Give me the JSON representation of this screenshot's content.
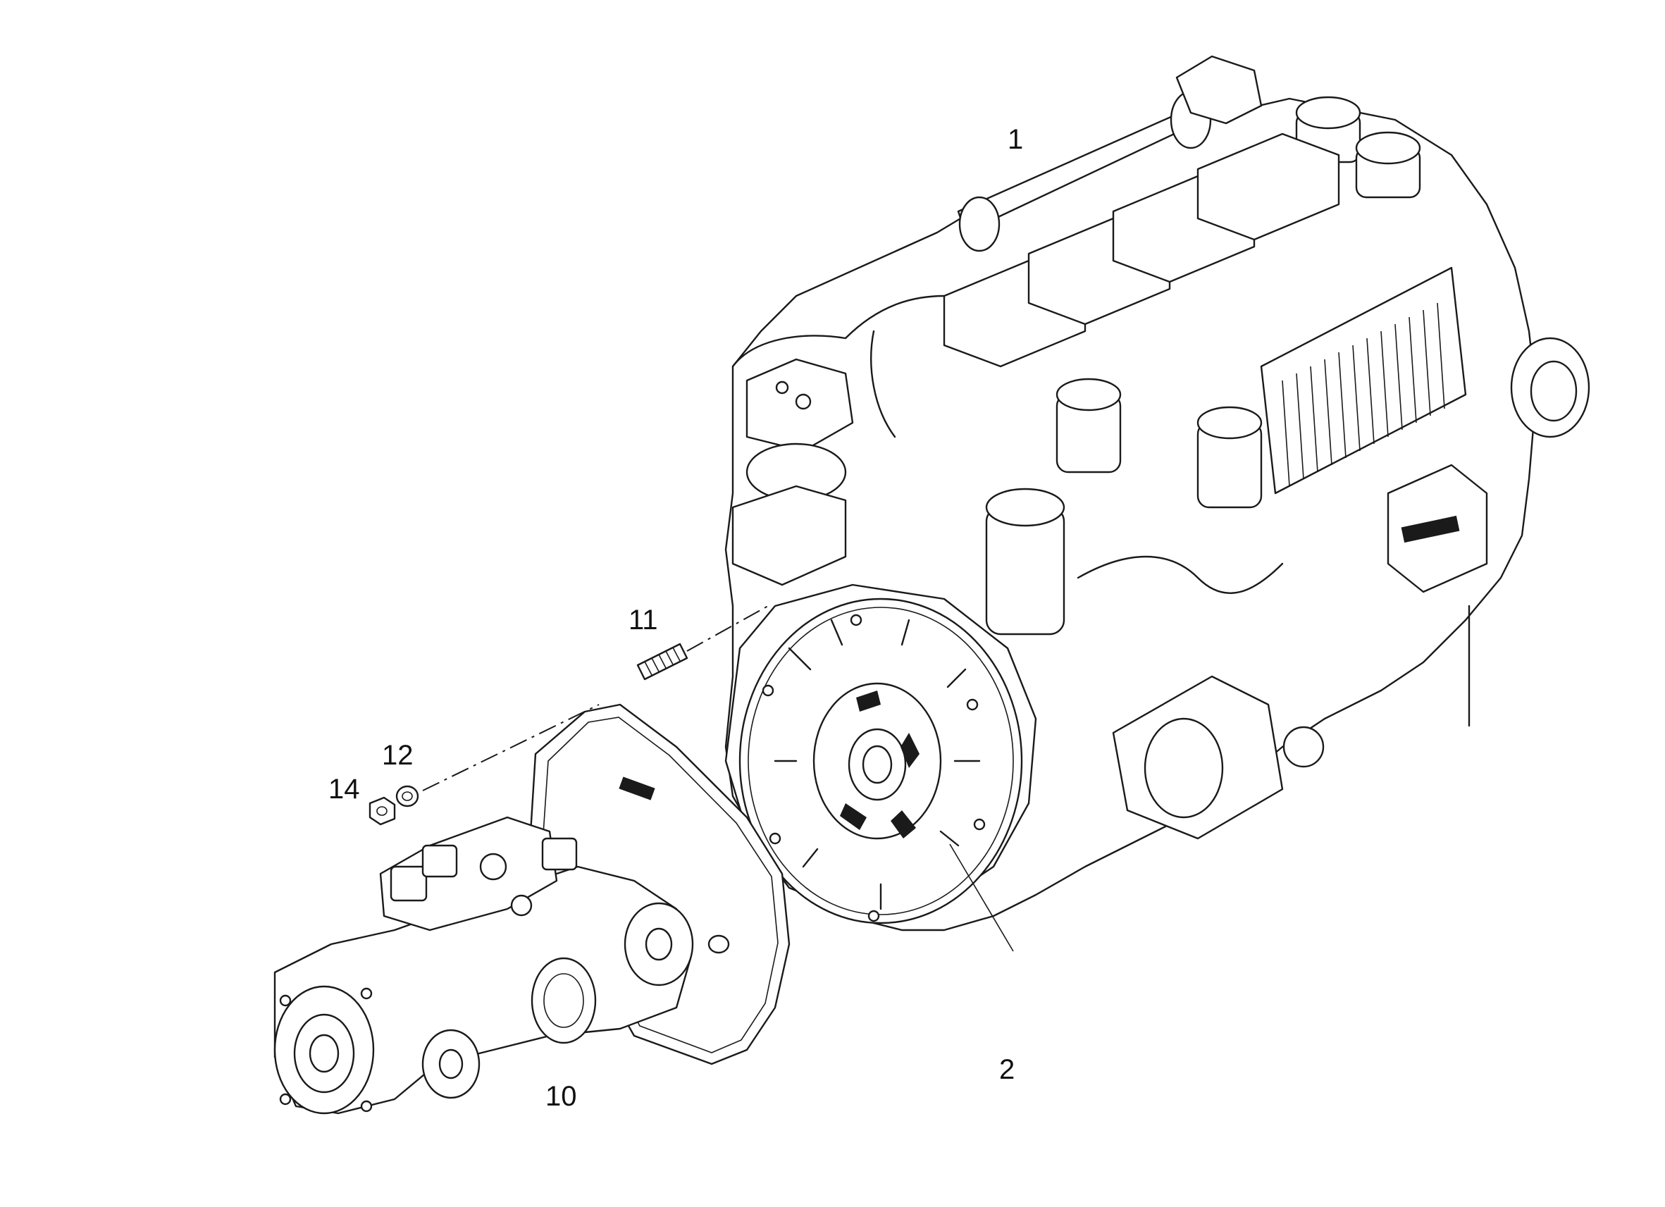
{
  "diagram": {
    "stroke_color": "#1a1a1a",
    "background": "#ffffff",
    "callouts": [
      {
        "id": "engine",
        "label": "1"
      },
      {
        "id": "flywheel",
        "label": "2"
      },
      {
        "id": "hydraulic-pump",
        "label": "10"
      },
      {
        "id": "stud",
        "label": "11"
      },
      {
        "id": "washer",
        "label": "12"
      },
      {
        "id": "nut",
        "label": "14"
      }
    ]
  }
}
